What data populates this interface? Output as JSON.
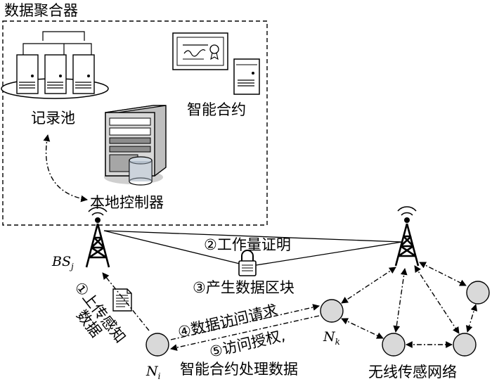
{
  "aggregator": {
    "title": "数据聚合器"
  },
  "record_pool": {
    "label": "记录池"
  },
  "smart_contract": {
    "label": "智能合约"
  },
  "local_controller": {
    "label": "本地控制器"
  },
  "base_station": {
    "label_main": "BS",
    "label_sub": "j"
  },
  "steps": {
    "step1_line1": "①上传感知",
    "step1_line2": "数据",
    "step2": "②工作量证明",
    "step3": "③产生数据区块",
    "step4": "④数据访问请求",
    "step5_line1": "⑤访问授权,",
    "step5_line2": "智能合约处理数据"
  },
  "nodes": {
    "ni_main": "N",
    "ni_sub": "i",
    "nk_main": "N",
    "nk_sub": "k"
  },
  "wsn": {
    "label": "无线传感网络"
  }
}
